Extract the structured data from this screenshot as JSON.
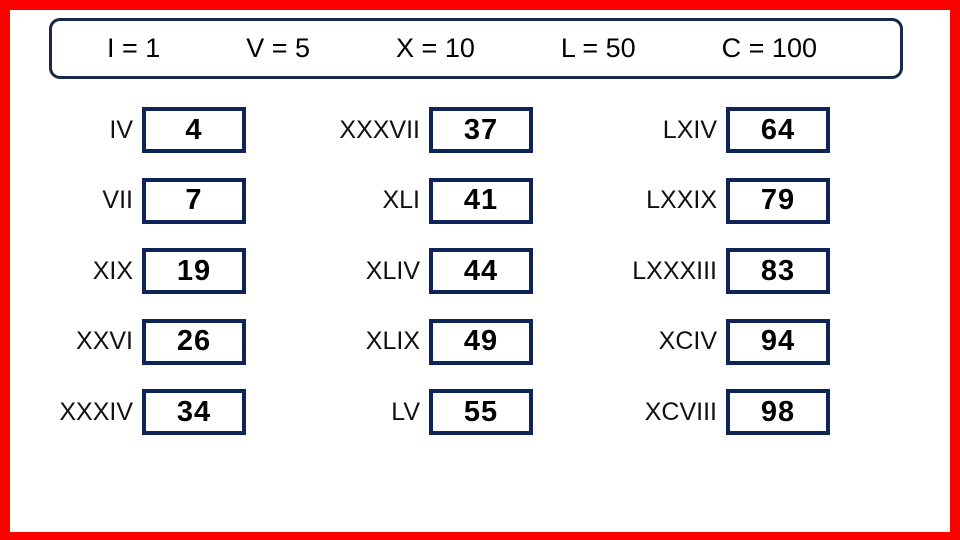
{
  "colors": {
    "frame_red": "#fb0200",
    "box_navy": "#0e2356",
    "text_black": "#000000"
  },
  "legend": {
    "items": [
      {
        "text": "I = 1"
      },
      {
        "text": "V = 5"
      },
      {
        "text": "X = 10"
      },
      {
        "text": "L = 50"
      },
      {
        "text": "C = 100"
      }
    ]
  },
  "columns": [
    {
      "rows": [
        {
          "roman": "IV",
          "value": "4"
        },
        {
          "roman": "VII",
          "value": "7"
        },
        {
          "roman": "XIX",
          "value": "19"
        },
        {
          "roman": "XXVI",
          "value": "26"
        },
        {
          "roman": "XXXIV",
          "value": "34"
        }
      ]
    },
    {
      "rows": [
        {
          "roman": "XXXVII",
          "value": "37"
        },
        {
          "roman": "XLI",
          "value": "41"
        },
        {
          "roman": "XLIV",
          "value": "44"
        },
        {
          "roman": "XLIX",
          "value": "49"
        },
        {
          "roman": "LV",
          "value": "55"
        }
      ]
    },
    {
      "rows": [
        {
          "roman": "LXIV",
          "value": "64"
        },
        {
          "roman": "LXXIX",
          "value": "79"
        },
        {
          "roman": "LXXXIII",
          "value": "83"
        },
        {
          "roman": "XCIV",
          "value": "94"
        },
        {
          "roman": "XCVIII",
          "value": "98"
        }
      ]
    }
  ]
}
